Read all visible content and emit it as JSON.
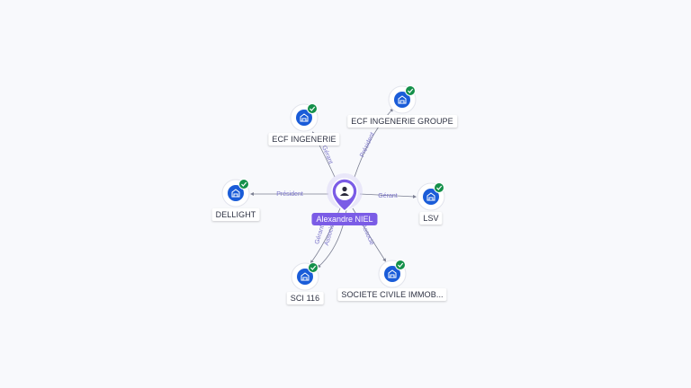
{
  "center": {
    "name": "Alexandre NIEL",
    "icon": "person-icon",
    "color": "#7b5ce6"
  },
  "companies": [
    {
      "id": "ecf-ingenerie",
      "name": "ECF INGENERIE",
      "verified": true
    },
    {
      "id": "ecf-ingenerie-groupe",
      "name": "ECF INGENERIE GROUPE",
      "verified": true
    },
    {
      "id": "dellight",
      "name": "DELLIGHT",
      "verified": true
    },
    {
      "id": "lsv",
      "name": "LSV",
      "verified": true
    },
    {
      "id": "sci-116",
      "name": "SCI 116",
      "verified": true
    },
    {
      "id": "societe-civile",
      "name": "SOCIETE CIVILE IMMOB...",
      "verified": true
    }
  ],
  "relations": [
    {
      "to": "ecf-ingenerie",
      "label": "Gérant"
    },
    {
      "to": "ecf-ingenerie-groupe",
      "label": "Président"
    },
    {
      "to": "dellight",
      "label": "Président"
    },
    {
      "to": "lsv",
      "label": "Gérant"
    },
    {
      "to": "sci-116",
      "label": "Gérant"
    },
    {
      "to": "sci-116",
      "label": "Associé"
    },
    {
      "to": "societe-civile",
      "label": "Associé"
    }
  ],
  "colors": {
    "company_icon": "#1a5cd8",
    "verified_badge": "#14904a",
    "edge": "#7b7f92",
    "edge_label": "#7a74c9"
  },
  "icons": {
    "company": "building-icon",
    "verified": "check-badge-icon"
  }
}
